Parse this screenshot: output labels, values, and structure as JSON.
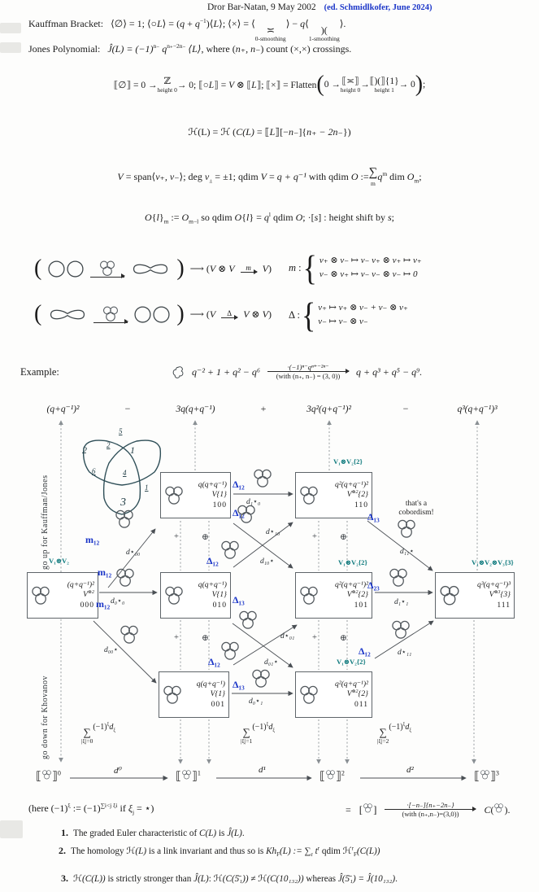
{
  "header": {
    "credit": "Dror Bar-Natan, 9 May 2002",
    "edit_note": "(ed. Schmidlkofer, June 2024)"
  },
  "glyphs": {
    "lparen": "(",
    "rparen": ")",
    "lbrace": "{"
  },
  "intro": {
    "kauffman": {
      "label": "Kauffman Bracket:",
      "f1": [
        {
          "t": "⟨∅⟩ = 1;      ⟨○"
        },
        {
          "t": "L",
          "m": "i"
        },
        {
          "t": "⟩ = ("
        },
        {
          "t": "q",
          "m": "i"
        },
        {
          "t": " + "
        },
        {
          "t": "q",
          "m": "i"
        },
        {
          "m": "sup",
          "t": "−1"
        },
        {
          "t": ")⟨"
        },
        {
          "t": "L",
          "m": "i"
        },
        {
          "t": "⟩;      ⟨×⟩ = ⟨"
        }
      ],
      "s0": {
        "top": "≍",
        "bot": "0-smoothing"
      },
      "f2": [
        {
          "t": "⟩ − "
        },
        {
          "t": "q",
          "m": "i"
        },
        {
          "t": "⟨"
        }
      ],
      "s1": {
        "top": ")(",
        "bot": "1-smoothing"
      },
      "f3": [
        {
          "t": "⟩."
        }
      ]
    },
    "jones": {
      "label": "Jones Polynomial:",
      "f": [
        {
          "t": "Ĵ(L) = (−1)",
          "m": "i"
        },
        {
          "m": "sup",
          "t": "n₋"
        },
        {
          "t": " q",
          "m": "i"
        },
        {
          "m": "sup",
          "t": "n₊−2n₋"
        },
        {
          "t": " ⟨L⟩",
          "m": "i"
        },
        {
          "t": ", where ("
        },
        {
          "t": "n₊, n₋",
          "m": "i"
        },
        {
          "t": ") count (×,×) crossings."
        }
      ]
    },
    "complex": {
      "f1": [
        {
          "t": "⟦∅⟧ = 0 → "
        }
      ],
      "s1": {
        "top": "ℤ",
        "bot": "height 0"
      },
      "f2": [
        {
          "t": " → 0;       ⟦○"
        },
        {
          "t": "L",
          "m": "i"
        },
        {
          "t": "⟧ = "
        },
        {
          "t": "V",
          "m": "i"
        },
        {
          "t": " ⊗ ⟦"
        },
        {
          "t": "L",
          "m": "i"
        },
        {
          "t": "⟧;       ⟦×⟧ = Flatten "
        }
      ],
      "f3": [
        {
          "t": "0 → "
        }
      ],
      "s2": {
        "top": "⟦≍⟧",
        "bot": "height 0"
      },
      "f4": [
        {
          "t": " → "
        }
      ],
      "s3": {
        "top": "⟦)(⟧{1}",
        "bot": "height 1"
      },
      "f5": [
        {
          "t": " → 0"
        }
      ],
      "f6": [
        {
          "t": " ;"
        }
      ]
    },
    "hline": [
      {
        "t": "ℋ(L) = ℋ ("
      },
      {
        "t": "C(L)",
        "m": "i"
      },
      {
        "t": " = ⟦"
      },
      {
        "t": "L",
        "m": "i"
      },
      {
        "t": "⟧[−"
      },
      {
        "t": "n₋",
        "m": "i"
      },
      {
        "t": "]{"
      },
      {
        "t": "n₊ − 2n₋",
        "m": "i"
      },
      {
        "t": "})"
      }
    ],
    "vline": {
      "f1": [
        {
          "t": "V",
          "m": "i"
        },
        {
          "t": " = span⟨"
        },
        {
          "t": "v₊, v₋",
          "m": "i"
        },
        {
          "t": "⟩;       deg "
        },
        {
          "t": "v",
          "m": "i"
        },
        {
          "m": "sub",
          "t": "±"
        },
        {
          "t": " = ±1;       qdim "
        },
        {
          "t": "V",
          "m": "i"
        },
        {
          "t": " = "
        },
        {
          "t": "q + q⁻¹",
          "m": "i"
        },
        {
          "t": "    with    qdim "
        },
        {
          "t": "O",
          "m": "i"
        },
        {
          "t": " := "
        }
      ],
      "sum": {
        "sym": "∑",
        "under": "m"
      },
      "f2": [
        {
          "t": " "
        },
        {
          "t": "q",
          "m": "i"
        },
        {
          "m": "sup",
          "t": "m"
        },
        {
          "t": " dim "
        },
        {
          "t": "O",
          "m": "i"
        },
        {
          "m": "sub",
          "t": "m"
        },
        {
          "t": ";"
        }
      ]
    },
    "oline": [
      {
        "t": "O",
        "m": "i"
      },
      {
        "t": "{"
      },
      {
        "t": "l",
        "m": "i"
      },
      {
        "t": "}"
      },
      {
        "m": "sub",
        "t": "m"
      },
      {
        "t": " := "
      },
      {
        "t": "O",
        "m": "i"
      },
      {
        "m": "sub",
        "t": "m−l"
      },
      {
        "t": "    so    qdim "
      },
      {
        "t": "O",
        "m": "i"
      },
      {
        "t": "{"
      },
      {
        "t": "l",
        "m": "i"
      },
      {
        "t": "} = "
      },
      {
        "t": "q",
        "m": "i"
      },
      {
        "m": "sup",
        "t": "l"
      },
      {
        "t": " qdim "
      },
      {
        "t": "O",
        "m": "i"
      },
      {
        "t": ";        ·["
      },
      {
        "t": "s",
        "m": "i"
      },
      {
        "t": "] :    height shift by "
      },
      {
        "t": "s",
        "m": "i"
      },
      {
        "t": ";"
      }
    ]
  },
  "tqft": {
    "row1": {
      "t1": [
        {
          "t": " ⟶ ("
        },
        {
          "t": "V",
          "m": "i"
        },
        {
          "t": " ⊗ "
        },
        {
          "t": "V",
          "m": "i"
        },
        {
          "t": " "
        }
      ],
      "arrow_label": "m",
      "t2": [
        {
          "t": " "
        },
        {
          "t": "V",
          "m": "i"
        },
        {
          "t": ")"
        }
      ],
      "case_label": [
        {
          "t": "m",
          "m": "i"
        },
        {
          "t": " :"
        }
      ],
      "l1": [
        {
          "t": "v₊ ⊗ v₋ ↦ v₋      v₊ ⊗ v₊ ↦ v₊",
          "m": "i"
        }
      ],
      "l2": [
        {
          "t": "v₋ ⊗ v₊ ↦ v₋      v₋ ⊗ v₋ ↦ 0",
          "m": "i"
        }
      ]
    },
    "row2": {
      "t1": [
        {
          "t": " ⟶ ("
        },
        {
          "t": "V",
          "m": "i"
        },
        {
          "t": " "
        }
      ],
      "arrow_label": "Δ",
      "t2": [
        {
          "t": " "
        },
        {
          "t": "V",
          "m": "i"
        },
        {
          "t": " ⊗ "
        },
        {
          "t": "V",
          "m": "i"
        },
        {
          "t": ")"
        }
      ],
      "case_label": [
        {
          "t": "Δ :"
        }
      ],
      "l1": [
        {
          "t": "v₊ ↦ v₊ ⊗ v₋ + v₋ ⊗ v₊",
          "m": "i"
        }
      ],
      "l2": [
        {
          "t": "v₋ ↦ v₋ ⊗ v₋",
          "m": "i"
        }
      ]
    }
  },
  "example": {
    "label": "Example:",
    "expr": [
      {
        "t": "q⁻² + 1 + q² − q⁶",
        "m": "i"
      }
    ],
    "arrow_top": "·(−1)ⁿ⁻qⁿ⁺⁻²ⁿ⁻",
    "arrow_bot": "(with (n₊, n₋) = (3, 0))",
    "result": [
      {
        "t": "q + q³ + q⁵ − q⁹.",
        "m": "i"
      }
    ]
  },
  "diagram": {
    "headers": [
      "(q+q⁻¹)²",
      "3q(q+q⁻¹)",
      "3q²(q+q⁻¹)²",
      "q³(q+q⁻¹)³"
    ],
    "signs": [
      "−",
      "+",
      "−"
    ],
    "side_up": "go up for Kauffman/Jones",
    "side_down": "go down for Khovanov",
    "knot": {
      "crossings": [
        "1",
        "2",
        "3"
      ],
      "edges": [
        "1",
        "2",
        "3",
        "4",
        "5",
        "6"
      ]
    },
    "vertices": [
      {
        "qdim": "(q+q⁻¹)²",
        "base": "V",
        "sup": "⊗2",
        "shift": "",
        "bits": "000"
      },
      {
        "qdim": "q(q+q⁻¹)",
        "base": "V",
        "sup": "",
        "shift": "{1}",
        "bits": "100"
      },
      {
        "qdim": "q(q+q⁻¹)",
        "base": "V",
        "sup": "",
        "shift": "{1}",
        "bits": "010"
      },
      {
        "qdim": "q(q+q⁻¹)",
        "base": "V",
        "sup": "",
        "shift": "{1}",
        "bits": "001"
      },
      {
        "qdim": "q²(q+q⁻¹)²",
        "base": "V",
        "sup": "⊗2",
        "shift": "{2}",
        "bits": "110"
      },
      {
        "qdim": "q²(q+q⁻¹)²",
        "base": "V",
        "sup": "⊗2",
        "shift": "{2}",
        "bits": "101"
      },
      {
        "qdim": "q²(q+q⁻¹)²",
        "base": "V",
        "sup": "⊗2",
        "shift": "{2}",
        "bits": "011"
      },
      {
        "qdim": "q³(q+q⁻¹)³",
        "base": "V",
        "sup": "⊗3",
        "shift": "{3}",
        "bits": "111"
      }
    ],
    "dmaps": [
      "d⋆₀₀",
      "d₀⋆₀",
      "d₀₀⋆",
      "d₁⋆₀",
      "d⋆₁₀",
      "d₁₀⋆",
      "d⋆₀₁",
      "d₀₁⋆",
      "d₀⋆₁",
      "d₁₁⋆",
      "d₁⋆₁",
      "d⋆₁₁"
    ],
    "ops": [
      "m₁₂",
      "m₁₂",
      "m₁₂",
      "Δ₁₂",
      "Δ₁₂",
      "Δ₁₂",
      "Δ₁₃",
      "Δ₁₂",
      "Δ₁₃",
      "Δ₁₃",
      "Δ₂₃",
      "Δ₁₂"
    ],
    "teal": [
      "V₁⊗V₂",
      "V₁⊗V₂{2}",
      "V₁⊗V₂{2}",
      "V₁⊗V₂⊗V₃{3}",
      "V₁⊗V₂{2}"
    ],
    "marks": {
      "plus": "+",
      "oplus": "⊕"
    },
    "note": {
      "l1": "that's a",
      "l2": "cobordism!"
    },
    "sums": [
      {
        "sym": "∑",
        "cond": "|ξ|=0"
      },
      {
        "sym": "∑",
        "cond": "|ξ|=1"
      },
      {
        "sym": "∑",
        "cond": "|ξ|=2"
      }
    ],
    "sum_body": [
      {
        "t": "(−1)"
      },
      {
        "m": "sup",
        "t": "ξ"
      },
      {
        "t": "d",
        "m": "i"
      },
      {
        "m": "sub",
        "t": "ξ"
      }
    ],
    "chain": {
      "lb": "⟦",
      "rb": "⟧",
      "items": [
        "0",
        "1",
        "2",
        "3"
      ],
      "maps": [
        "d⁰",
        "d¹",
        "d²"
      ]
    }
  },
  "bottom": {
    "here": [
      {
        "t": "(here (−1)"
      },
      {
        "m": "sup",
        "t": "ξ"
      },
      {
        "t": " := (−1)"
      },
      {
        "m": "sup",
        "t": "∑i<j ξi"
      },
      {
        "t": " if "
      },
      {
        "t": "ξ",
        "m": "i"
      },
      {
        "m": "sub",
        "t": "j"
      },
      {
        "t": " = ⋆)"
      }
    ],
    "eq": "=",
    "lb": "[",
    "rb": "]",
    "arrow_top": "·[−n₋]{n₊−2n₋}",
    "arrow_bot": "(with (n₊,n₋)=(3,0))",
    "t1": [
      {
        "t": "C",
        "m": "i"
      },
      {
        "t": "("
      }
    ],
    "t2": ").",
    "notes": [
      {
        "num": "1.",
        "body": [
          {
            "t": "The graded Euler characteristic of "
          },
          {
            "t": "C(L)",
            "m": "i"
          },
          {
            "t": " is "
          },
          {
            "t": "Ĵ(L)",
            "m": "i"
          },
          {
            "t": "."
          }
        ]
      },
      {
        "num": "2.",
        "body": [
          {
            "t": "The homology "
          },
          {
            "t": "ℋ(L)",
            "m": "i"
          },
          {
            "t": " is a link invariant and thus so is "
          },
          {
            "t": "Kh",
            "m": "i"
          },
          {
            "m": "sub",
            "t": "F"
          },
          {
            "t": "(L) := ∑",
            "m": "i"
          },
          {
            "m": "sub",
            "t": "r"
          },
          {
            "t": " t",
            "m": "i"
          },
          {
            "m": "sup",
            "t": "r"
          },
          {
            "t": " qdim "
          },
          {
            "t": "ℋ",
            "m": "i"
          },
          {
            "m": "sup",
            "t": "r"
          },
          {
            "m": "sub",
            "t": "F"
          },
          {
            "t": "(C(L))",
            "m": "i"
          }
        ]
      },
      {
        "num": "3.",
        "body": [
          {
            "t": "ℋ(C(L))",
            "m": "i"
          },
          {
            "t": " is strictly stronger than "
          },
          {
            "t": "Ĵ(L)",
            "m": "i"
          },
          {
            "t": ":  "
          },
          {
            "t": "ℋ(C(5̄₁)) ≠ ℋ(C(10₁₃₂))",
            "m": "i"
          },
          {
            "t": " whereas "
          },
          {
            "t": "Ĵ(5̄₁) = Ĵ(10₁₃₂)",
            "m": "i"
          },
          {
            "t": "."
          }
        ]
      }
    ]
  }
}
